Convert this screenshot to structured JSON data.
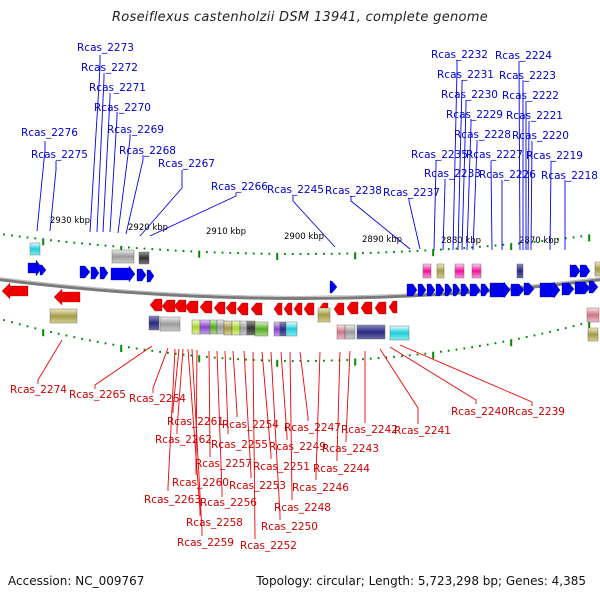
{
  "title": "Roseiflexus castenholzii DSM 13941, complete genome",
  "accession": "Accession: NC_009767",
  "topology": "Topology: circular; Length: 5,723,298 bp; Genes: 4,385",
  "colors": {
    "forward_gene": "#0000ee",
    "reverse_gene": "#ee0000",
    "forward_label": "#0000cc",
    "reverse_label": "#cc0000",
    "tick": "#008800",
    "backbone": "#7a7a7a"
  },
  "scale_ticks": [
    "2930 kbp",
    "2920 kbp",
    "2910 kbp",
    "2900 kbp",
    "2890 kbp",
    "2880 kbp",
    "2870 kbp"
  ],
  "forward_labels": [
    "Rcas_2273",
    "Rcas_2272",
    "Rcas_2271",
    "Rcas_2270",
    "Rcas_2269",
    "Rcas_2268",
    "Rcas_2267",
    "Rcas_2276",
    "Rcas_2275",
    "Rcas_2266",
    "Rcas_2245",
    "Rcas_2238",
    "Rcas_2237",
    "Rcas_2232",
    "Rcas_2231",
    "Rcas_2230",
    "Rcas_2229",
    "Rcas_2228",
    "Rcas_2235",
    "Rcas_2233",
    "Rcas_2224",
    "Rcas_2223",
    "Rcas_2222",
    "Rcas_2221",
    "Rcas_2220",
    "Rcas_2227",
    "Rcas_2226",
    "Rcas_2219",
    "Rcas_2218"
  ],
  "reverse_labels": [
    "Rcas_2274",
    "Rcas_2265",
    "Rcas_2264",
    "Rcas_2261",
    "Rcas_2262",
    "Rcas_2263",
    "Rcas_2260",
    "Rcas_2257",
    "Rcas_2258",
    "Rcas_2259",
    "Rcas_2256",
    "Rcas_2255",
    "Rcas_2254",
    "Rcas_2253",
    "Rcas_2252",
    "Rcas_2251",
    "Rcas_2250",
    "Rcas_2249",
    "Rcas_2248",
    "Rcas_2247",
    "Rcas_2246",
    "Rcas_2244",
    "Rcas_2243",
    "Rcas_2242",
    "Rcas_2241",
    "Rcas_2240",
    "Rcas_2239"
  ]
}
